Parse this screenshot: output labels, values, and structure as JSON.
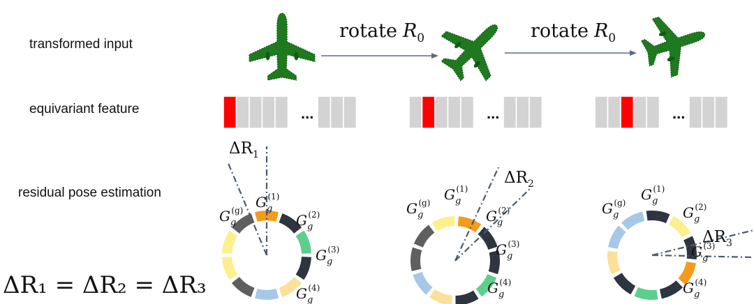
{
  "rows": {
    "transformed_input": "transformed input",
    "equivariant_feature": "equivariant feature",
    "residual_pose": "residual pose estimation"
  },
  "arrows": {
    "first": {
      "word": "rotate",
      "symbol": "R",
      "sub": "0"
    },
    "second": {
      "word": "rotate",
      "symbol": "R",
      "sub": "0"
    }
  },
  "feature": {
    "ellipsis": "...",
    "active_color": "#ff0000",
    "cell_color": "#d3d3d3",
    "vectors": [
      {
        "active_index": 0
      },
      {
        "active_index": 1
      },
      {
        "active_index": 2
      }
    ]
  },
  "delta": {
    "symbol": "ΔR",
    "subs": [
      "1",
      "2",
      "3"
    ]
  },
  "group": {
    "symbol": "G",
    "sub": "g",
    "sups": [
      "(1)",
      "(2)",
      "(3)",
      "(4)",
      "(g)"
    ]
  },
  "equation": {
    "text": "ΔR₁ = ΔR₂ = ΔR₃"
  },
  "colors": {
    "plane": "#1f7a1f",
    "arrow": "#5a6b7e",
    "orange": "#f59a1a",
    "dark": "#2e3440",
    "green": "#5ccf8c",
    "gray": "#5f5f5f",
    "blue": "#a6c8e6",
    "cream": "#fbe09a",
    "yellow": "#fbf08c",
    "dash": "#4a5a6e"
  },
  "rings": [
    {
      "orange_index": 0
    },
    {
      "orange_index": 1
    },
    {
      "orange_index": 2
    }
  ]
}
